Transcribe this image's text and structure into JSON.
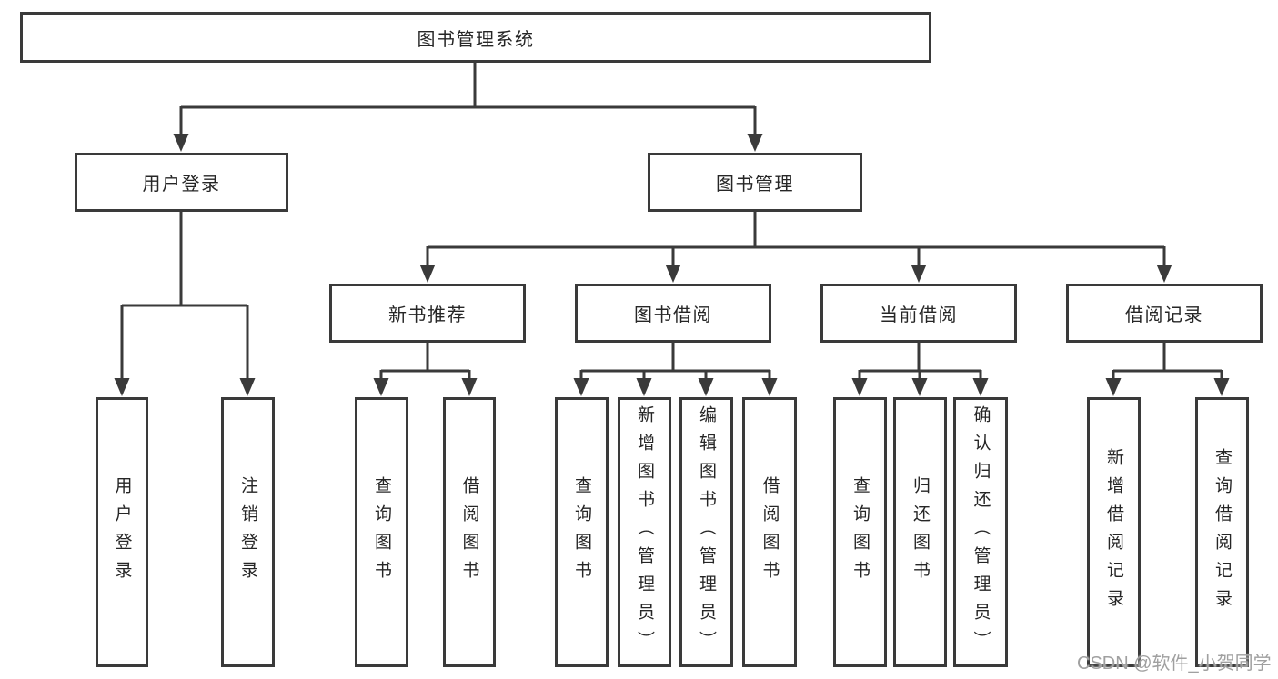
{
  "tree": {
    "root": {
      "label": "图书管理系统"
    },
    "branches": [
      {
        "label": "用户登录",
        "children": [
          {
            "label": "用户登录"
          },
          {
            "label": "注销登录"
          }
        ]
      },
      {
        "label": "图书管理",
        "children": [
          {
            "label": "新书推荐",
            "children": [
              {
                "label": "查询图书"
              },
              {
                "label": "借阅图书"
              }
            ]
          },
          {
            "label": "图书借阅",
            "children": [
              {
                "label": "查询图书"
              },
              {
                "label": "新增图书（管理员）"
              },
              {
                "label": "编辑图书（管理员）"
              },
              {
                "label": "借阅图书"
              }
            ]
          },
          {
            "label": "当前借阅",
            "children": [
              {
                "label": "查询图书"
              },
              {
                "label": "归还图书"
              },
              {
                "label": "确认归还（管理员）"
              }
            ]
          },
          {
            "label": "借阅记录",
            "children": [
              {
                "label": "新增借阅记录"
              },
              {
                "label": "查询借阅记录"
              }
            ]
          }
        ]
      }
    ]
  },
  "watermark": {
    "text": "CSDN @软件_小贺同学"
  },
  "colors": {
    "line": "#3a3a3a",
    "text": "#262626",
    "watermark": "#a0a0a0",
    "background": "#ffffff"
  }
}
